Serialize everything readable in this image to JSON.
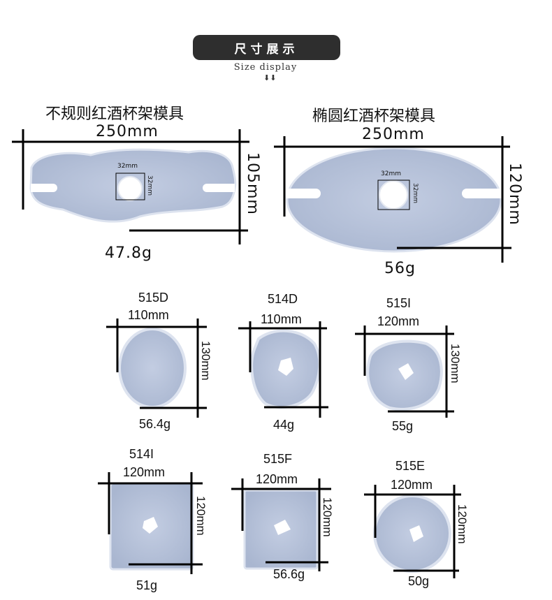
{
  "header": {
    "title": "尺寸展示",
    "subtitle": "Size display",
    "arrow": "⬇⬇"
  },
  "colors": {
    "mold_fill": "#b5c1d8",
    "mold_edge": "#dde3ef",
    "line": "#000000",
    "badge": "#2e2e2e"
  },
  "large": [
    {
      "name": "不规则红酒杯架模具",
      "width": "250mm",
      "height": "105mm",
      "weight": "47.8g",
      "hole_w": "32mm",
      "hole_h": "32mm"
    },
    {
      "name": "椭圆红酒杯架模具",
      "width": "250mm",
      "height": "120mm",
      "weight": "56g",
      "hole_w": "32mm",
      "hole_h": "32mm"
    }
  ],
  "small": [
    {
      "code": "515D",
      "width": "110mm",
      "height": "130mm",
      "weight": "56.4g"
    },
    {
      "code": "514D",
      "width": "110mm",
      "height": "",
      "weight": "44g"
    },
    {
      "code": "515I",
      "width": "120mm",
      "height": "130mm",
      "weight": "55g"
    },
    {
      "code": "514I",
      "width": "120mm",
      "height": "120mm",
      "weight": "51g"
    },
    {
      "code": "515F",
      "width": "120mm",
      "height": "120mm",
      "weight": "56.6g"
    },
    {
      "code": "515E",
      "width": "120mm",
      "height": "120mm",
      "weight": "50g"
    }
  ]
}
